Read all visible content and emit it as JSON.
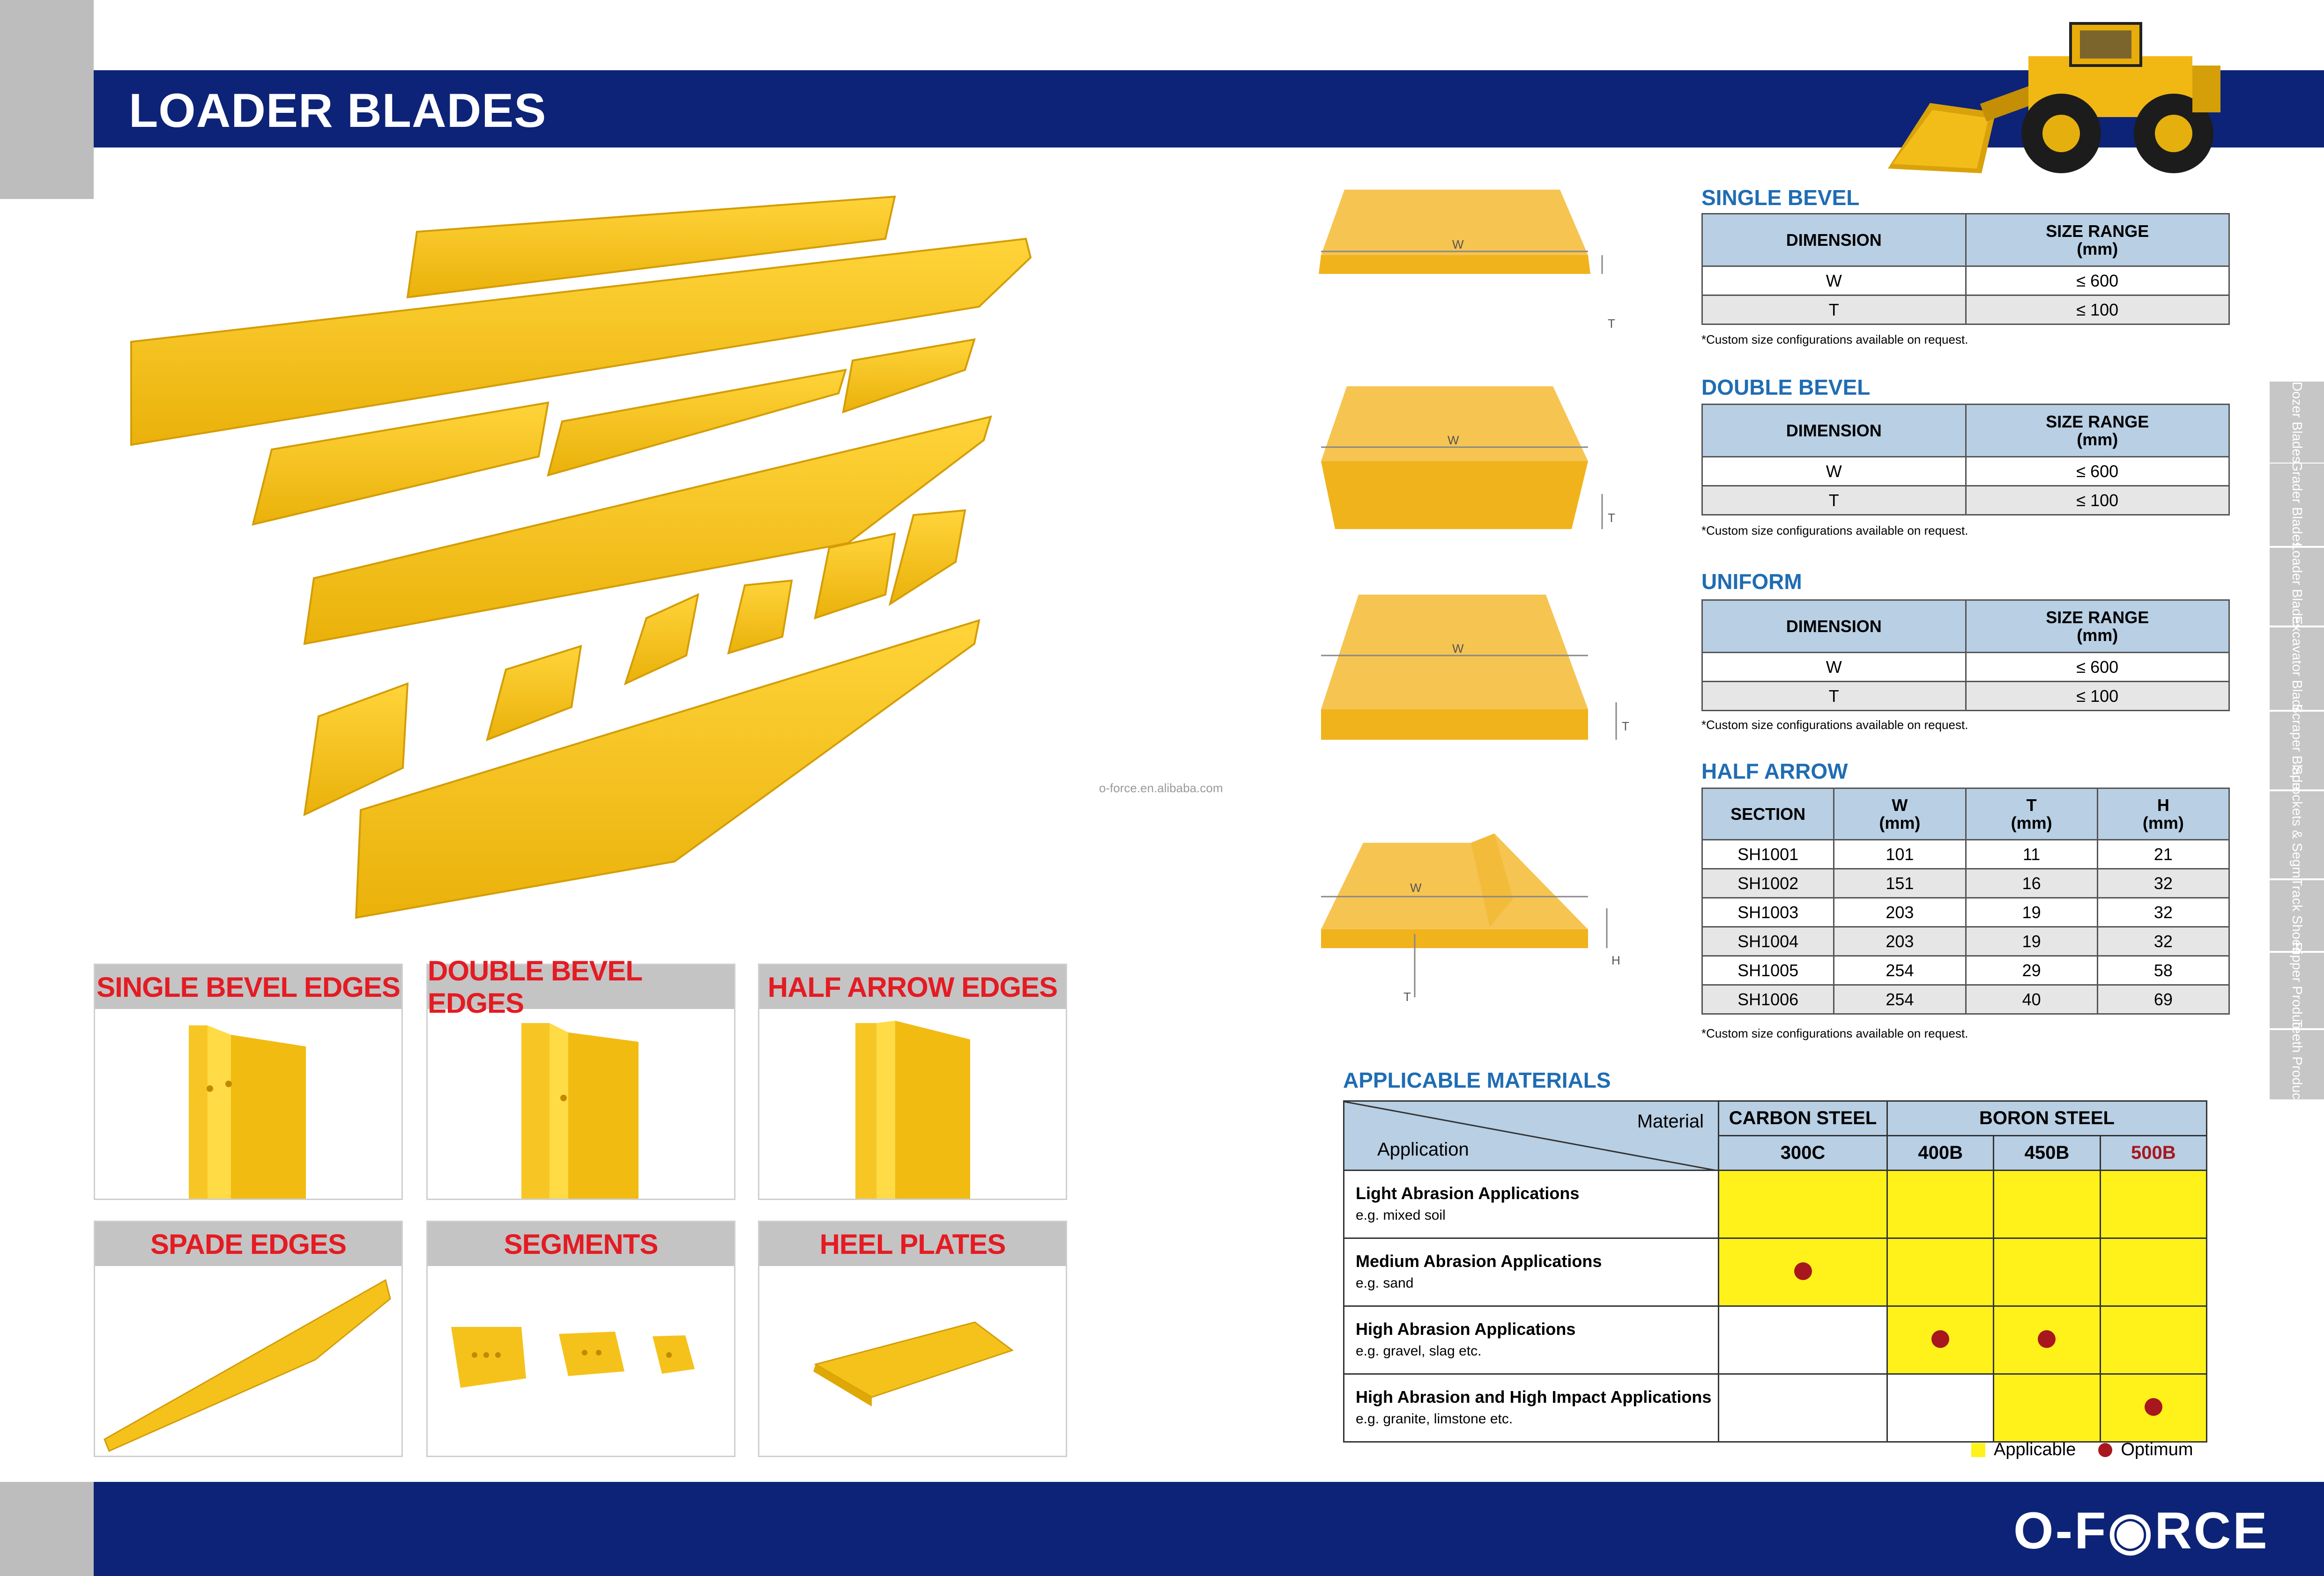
{
  "header": {
    "title": "LOADER BLADES"
  },
  "watermark": "o-force.en.alibaba.com",
  "cards": [
    {
      "title": "SINGLE BEVEL EDGES"
    },
    {
      "title": "DOUBLE BEVEL EDGES"
    },
    {
      "title": "HALF ARROW EDGES"
    },
    {
      "title": "SPADE EDGES"
    },
    {
      "title": "SEGMENTS"
    },
    {
      "title": "HEEL PLATES"
    }
  ],
  "diagram_labels": {
    "w": "W",
    "t": "T",
    "h": "H"
  },
  "single_bevel": {
    "title": "SINGLE BEVEL",
    "col_dimension": "DIMENSION",
    "col_size_line1": "SIZE RANGE",
    "col_size_line2": "(mm)",
    "rows": [
      {
        "dim": "W",
        "size": "≤ 600"
      },
      {
        "dim": "T",
        "size": "≤ 100"
      }
    ],
    "note": "*Custom size configurations available on request."
  },
  "double_bevel": {
    "title": "DOUBLE BEVEL",
    "col_dimension": "DIMENSION",
    "col_size_line1": "SIZE RANGE",
    "col_size_line2": "(mm)",
    "rows": [
      {
        "dim": "W",
        "size": "≤ 600"
      },
      {
        "dim": "T",
        "size": "≤ 100"
      }
    ],
    "note": "*Custom size configurations available on request."
  },
  "uniform": {
    "title": "UNIFORM",
    "col_dimension": "DIMENSION",
    "col_size_line1": "SIZE RANGE",
    "col_size_line2": "(mm)",
    "rows": [
      {
        "dim": "W",
        "size": "≤ 600"
      },
      {
        "dim": "T",
        "size": "≤ 100"
      }
    ],
    "note": "*Custom size configurations available on request."
  },
  "half_arrow": {
    "title": "HALF ARROW",
    "headers": [
      {
        "l1": "SECTION",
        "l2": ""
      },
      {
        "l1": "W",
        "l2": "(mm)"
      },
      {
        "l1": "T",
        "l2": "(mm)"
      },
      {
        "l1": "H",
        "l2": "(mm)"
      }
    ],
    "rows": [
      [
        "SH1001",
        "101",
        "11",
        "21"
      ],
      [
        "SH1002",
        "151",
        "16",
        "32"
      ],
      [
        "SH1003",
        "203",
        "19",
        "32"
      ],
      [
        "SH1004",
        "203",
        "19",
        "32"
      ],
      [
        "SH1005",
        "254",
        "29",
        "58"
      ],
      [
        "SH1006",
        "254",
        "40",
        "69"
      ]
    ],
    "note": "*Custom size configurations available on request."
  },
  "materials": {
    "title": "APPLICABLE MATERIALS",
    "corner_material": "Material",
    "corner_application": "Application",
    "carbon_steel": "CARBON STEEL",
    "boron_steel": "BORON STEEL",
    "grades": [
      "300C",
      "400B",
      "450B",
      "500B"
    ],
    "grade_colors": [
      "#000000",
      "#000000",
      "#000000",
      "#a8161e"
    ],
    "rows": [
      {
        "name": "Light Abrasion Applications",
        "example": "e.g. mixed soil",
        "applicable": [
          true,
          true,
          true,
          true
        ],
        "optimum": [
          false,
          false,
          false,
          false
        ]
      },
      {
        "name": "Medium Abrasion Applications",
        "example": "e.g. sand",
        "applicable": [
          true,
          true,
          true,
          true
        ],
        "optimum": [
          true,
          false,
          false,
          false
        ]
      },
      {
        "name": "High Abrasion Applications",
        "example": "e.g. gravel, slag etc.",
        "applicable": [
          false,
          true,
          true,
          true
        ],
        "optimum": [
          false,
          true,
          true,
          false
        ]
      },
      {
        "name": "High Abrasion and High Impact Applications",
        "example": "e.g. granite, limstone etc.",
        "applicable": [
          false,
          false,
          true,
          true
        ],
        "optimum": [
          false,
          false,
          false,
          true
        ]
      }
    ],
    "legend_applicable": "Applicable",
    "legend_optimum": "Optimum",
    "applicable_color": "#fff21a",
    "optimum_color": "#a8161e"
  },
  "side_tabs": [
    "Dozer Blades",
    "Grader Blades",
    "Loader Blades",
    "Excavator Blades",
    "Scraper Blades",
    "Sprockets & Segments",
    "Track Shoes",
    "Ripper Products",
    "Teeth Products"
  ],
  "footer": {
    "logo": "O-F◉RCE"
  },
  "colors": {
    "navy": "#0d2377",
    "blade_yellow": "#f5c518",
    "section_blue": "#1f6db3",
    "card_title_red": "#e41b23"
  }
}
